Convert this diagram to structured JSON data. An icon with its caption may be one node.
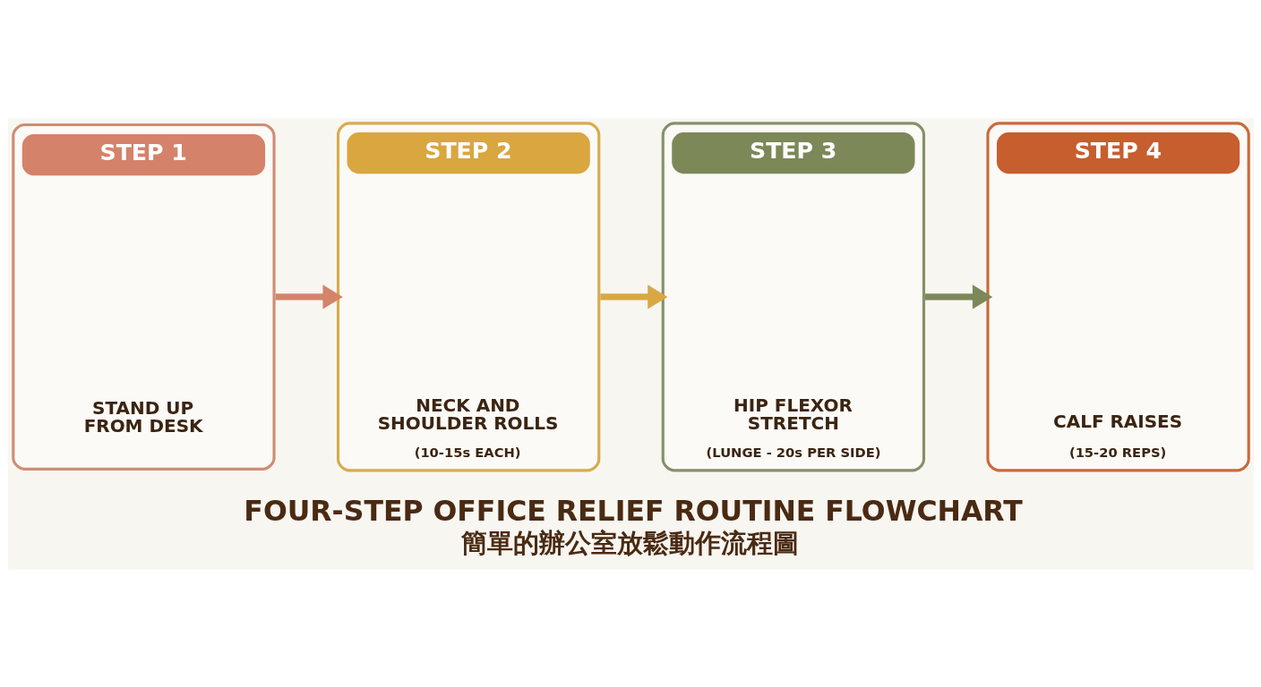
{
  "diagram": {
    "title": "FOUR-STEP OFFICE RELIEF ROUTINE FLOWCHART",
    "caption": "簡單的辦公室放鬆動作流程圖",
    "nodes": [
      {
        "text": [
          "STEP 1",
          "STAND UP FROM DESK"
        ]
      },
      {
        "text": [
          "STEP 2",
          "NECK AND SHOULDER ROLLS",
          "(10-15s EACH)"
        ]
      },
      {
        "text": [
          "STEP 3",
          "HIP FLEXOR STRETCH",
          "(LUNGE - 20s PER SIDE)"
        ]
      },
      {
        "text": [
          "STEP 4",
          "CALF RAISES",
          "(15-20 REPS)"
        ]
      }
    ],
    "edges": [
      {
        "from": 0,
        "to": 1,
        "arrow": "to",
        "color": "#d4846a"
      },
      {
        "from": 1,
        "to": 2,
        "arrow": "to",
        "color": "#d9a843"
      },
      {
        "from": 2,
        "to": 3,
        "arrow": "to",
        "color": "#7c8858"
      }
    ]
  }
}
